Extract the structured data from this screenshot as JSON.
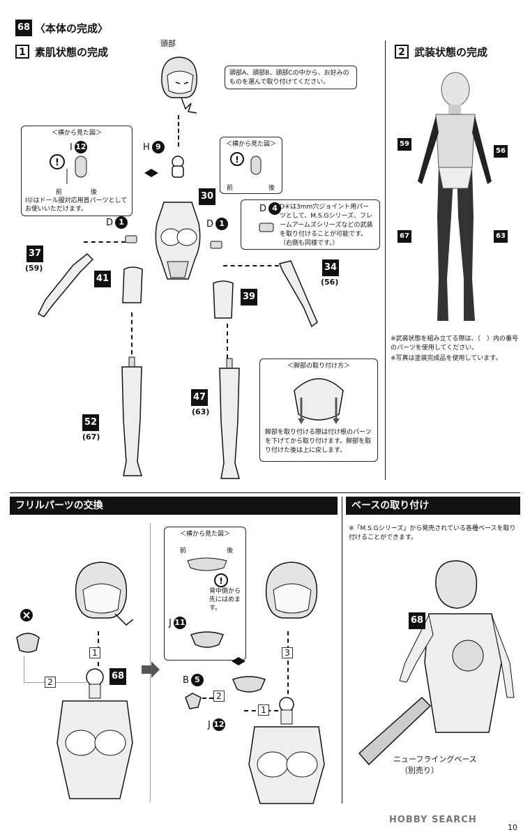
{
  "header": {
    "step_number": "68",
    "title": "〈本体の完成〉"
  },
  "section1": {
    "number": "1",
    "title": "素肌状態の完成",
    "head_label": "頭部",
    "head_note": "頭部A、頭部B、頭部Cの中から、お好みのものを選んで取り付けてください。",
    "side_view_left": {
      "title": "＜横から見た図＞",
      "part": "I",
      "num": "12",
      "front": "前",
      "back": "後"
    },
    "side_view_left_note": "I⑫はドール服対応用首パーツとしてお使いいただけます。",
    "side_view_right": {
      "title": "＜横から見た図＞",
      "front": "前",
      "back": "後"
    },
    "neck_part": {
      "letter": "H",
      "num": "9"
    },
    "d4_note": "D④は3mm穴ジョイント用パーツとして、M.S.Gシリーズ、フレームアームズシリーズなどの武装を取り付けることが可能です。（右側も同様です。）",
    "d4_part": {
      "letter": "D",
      "num": "4"
    },
    "d1_left": {
      "letter": "D",
      "num": "1"
    },
    "d1_right": {
      "letter": "D",
      "num": "1"
    },
    "parts": {
      "p30": "30",
      "p37": "37",
      "p37_alt": "59",
      "p41": "41",
      "p39": "39",
      "p34": "34",
      "p34_alt": "56",
      "p52": "52",
      "p52_alt": "67",
      "p47": "47",
      "p47_alt": "63"
    },
    "leg_note_title": "＜脚部の取り付け方＞",
    "leg_note": "脚部を取り付ける際は付け根のパーツを下げてから取り付けます。脚部を取り付けた後は上に戻します。"
  },
  "section2": {
    "number": "2",
    "title": "武装状態の完成",
    "labels": {
      "a": "59",
      "b": "56",
      "c": "67",
      "d": "63"
    },
    "note1": "※武装状態を組み立てる際は、（　）内の番号のパーツを使用してください。",
    "note2": "※写真は塗装完成品を使用しています。"
  },
  "frill": {
    "title": "フリルパーツの交換",
    "part68": "68",
    "step1": "1",
    "step2": "2",
    "side_view": {
      "title": "＜横から見た図＞",
      "front": "前",
      "back": "後",
      "text": "背中側から先にはめます。"
    },
    "j11": {
      "letter": "J",
      "num": "11"
    },
    "b5": {
      "letter": "B",
      "num": "5"
    },
    "j12": {
      "letter": "J",
      "num": "12"
    },
    "r_step1": "1",
    "r_step2": "2",
    "r_step3": "3"
  },
  "base": {
    "title": "ベースの取り付け",
    "note": "※「M.S.Gシリーズ」から発売されている各種ベースを取り付けることができます。",
    "part68": "68",
    "base_label": "ニューフライングベース",
    "base_sub": "（別売り）"
  },
  "footer": {
    "page": "10",
    "watermark": "HOBBY SEARCH"
  }
}
